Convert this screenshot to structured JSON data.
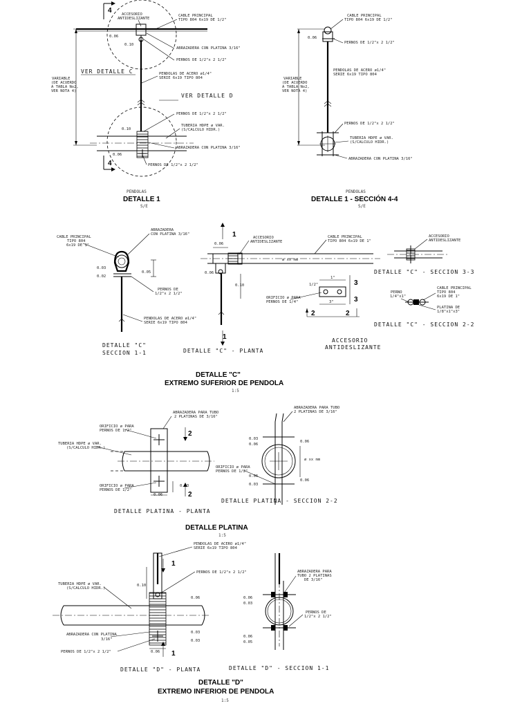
{
  "title_colors": {
    "ink": "#000000",
    "paper": "#ffffff"
  },
  "detalle1": {
    "section_number": "4",
    "label_ver_c": "VER DETALLE C",
    "label_ver_d": "VER DETALLE D",
    "variable_note": [
      "VARIABLE",
      "(DE ACUERDO",
      "A TABLA No2,",
      "VER NOTA 4)"
    ],
    "notes": {
      "accesorio": [
        "ACCESORIO",
        "ANTIDESLIZANTE"
      ],
      "cable": [
        "CABLE PRINCIPAL",
        "TIPO 804 6x19 DE 1/2\""
      ],
      "abrazadera": "ABRAZADERA CON PLATINA 3/16\"",
      "pernos": "PERNOS DE 1/2\"x 2 1/2\"",
      "pendolas": [
        "PENDOLAS DE ACERO ø1/4\"",
        "SERIE 6x19 TIPO 804"
      ],
      "tuberia": [
        "TUBERIA HDPE ø VAR.",
        "(S/CALCULO HIDR.)"
      ],
      "dim_006": "0.06",
      "dim_010": "0.10"
    },
    "caption": "PENDOLAS",
    "title": "DETALLE 1",
    "scale": "S/E"
  },
  "detalle1_seccion": {
    "caption": "PENDOLAS",
    "title": "DETALLE 1 - SECCIÓN 4-4",
    "scale": "S/E"
  },
  "detalle_c": {
    "title": "DETALLE \"C\"",
    "subtitle": "EXTREMO SUFERIOR DE PENDOLA",
    "scale": "1:5",
    "sec11": [
      "DETALLE \"C\"",
      "SECCION 1-1"
    ],
    "planta": "DETALLE \"C\" - PLANTA",
    "accesorio_title": [
      "ACCESORIO",
      "ANTIDESLIZANTE"
    ],
    "sec33": "DETALLE \"C\" - SECCION 3-3",
    "sec22": "DETALLE \"C\" - SECCION 2-2",
    "notes": {
      "cable": [
        "CABLE PRINCIPAL",
        "TIPO 804",
        "6x19 DE 1\""
      ],
      "cable_planta": [
        "CABLE PRINCIPAL",
        "TIPO 804 6x19 DE 1\""
      ],
      "abrazadera": [
        "ABRAZADERA",
        "CON PLATINA 3/16\""
      ],
      "accesorio": [
        "ACCESORIO",
        "ANTIDESLIZANTE"
      ],
      "pernos": [
        "PERNOS DE",
        "1/2\"x 2 1/2\""
      ],
      "pendolas": [
        "PENDOLAS DE ACERO ø1/4\"",
        "SERIE 6x19 TIPO 804"
      ],
      "orificio": [
        "ORIFICIO ø PARA",
        "PERNOS DE 1/4\""
      ],
      "perno": [
        "PERNO",
        "1/4\"x1\""
      ],
      "cable22": [
        "CABLE PRINCIPAL",
        "TIPO 804",
        "6x19 DE 1\""
      ],
      "platina": [
        "PLATINA DE",
        "1/8\"x1\"x3\""
      ],
      "diam": "ø xx mm",
      "d003": "0.03",
      "d002": "0.02",
      "d005": "0.05",
      "d006": "0.06",
      "d010": "0.10",
      "frac12": "1/2\"",
      "frac1": "1\"",
      "frac3": "3\""
    }
  },
  "platina": {
    "title": "DETALLE PLATINA",
    "scale": "1:5",
    "planta": "DETALLE PLATINA - PLANTA",
    "seccion": "DETALLE PLATINA - SECCION 2-2",
    "notes": {
      "tuberia": [
        "TUBERIA HDPE ø VAR.",
        "(S/CALCULO HIDR.)"
      ],
      "orificio": [
        "ORIFICIO ø PARA",
        "PERNOS DE 1/2\""
      ],
      "abrazadera": [
        "ABRAZADERA PARA TUBO",
        "2 PLATINAS DE 3/16\""
      ],
      "diam": "ø xx mm",
      "d003": "0.03",
      "d006": "0.06"
    }
  },
  "detalle_d": {
    "title": "DETALLE \"D\"",
    "subtitle": "EXTREMO INFERIOR DE PENDOLA",
    "scale": "1:5",
    "planta": "DETALLE \"D\" - PLANTA",
    "seccion": "DETALLE \"D\" - SECCION 1-1",
    "notes": {
      "pendolas": [
        "PENDOLAS DE ACERO ø1/4\"",
        "SERIE 6x19 TIPO 804"
      ],
      "pernos": "PERNOS DE 1/2\"x 2 1/2\"",
      "tuberia": [
        "TUBERIA HDPE ø VAR.",
        "(S/CALCULO HIDR.)"
      ],
      "abrazadera_platina": [
        "ABRAZADERA CON PLATINA",
        "3/16\""
      ],
      "abrazadera_tubo": [
        "ABRAZADERA PARA",
        "TUBO 2 PLATINAS",
        "DE 3/16\""
      ],
      "pernos2": [
        "PERNOS DE",
        "1/2\"x 2 1/2\""
      ],
      "d003": "0.03",
      "d006": "0.06",
      "d010": "0.10",
      "d005": "0.05"
    }
  },
  "section_marks": {
    "one": "1",
    "two": "2",
    "three": "3",
    "four": "4"
  }
}
